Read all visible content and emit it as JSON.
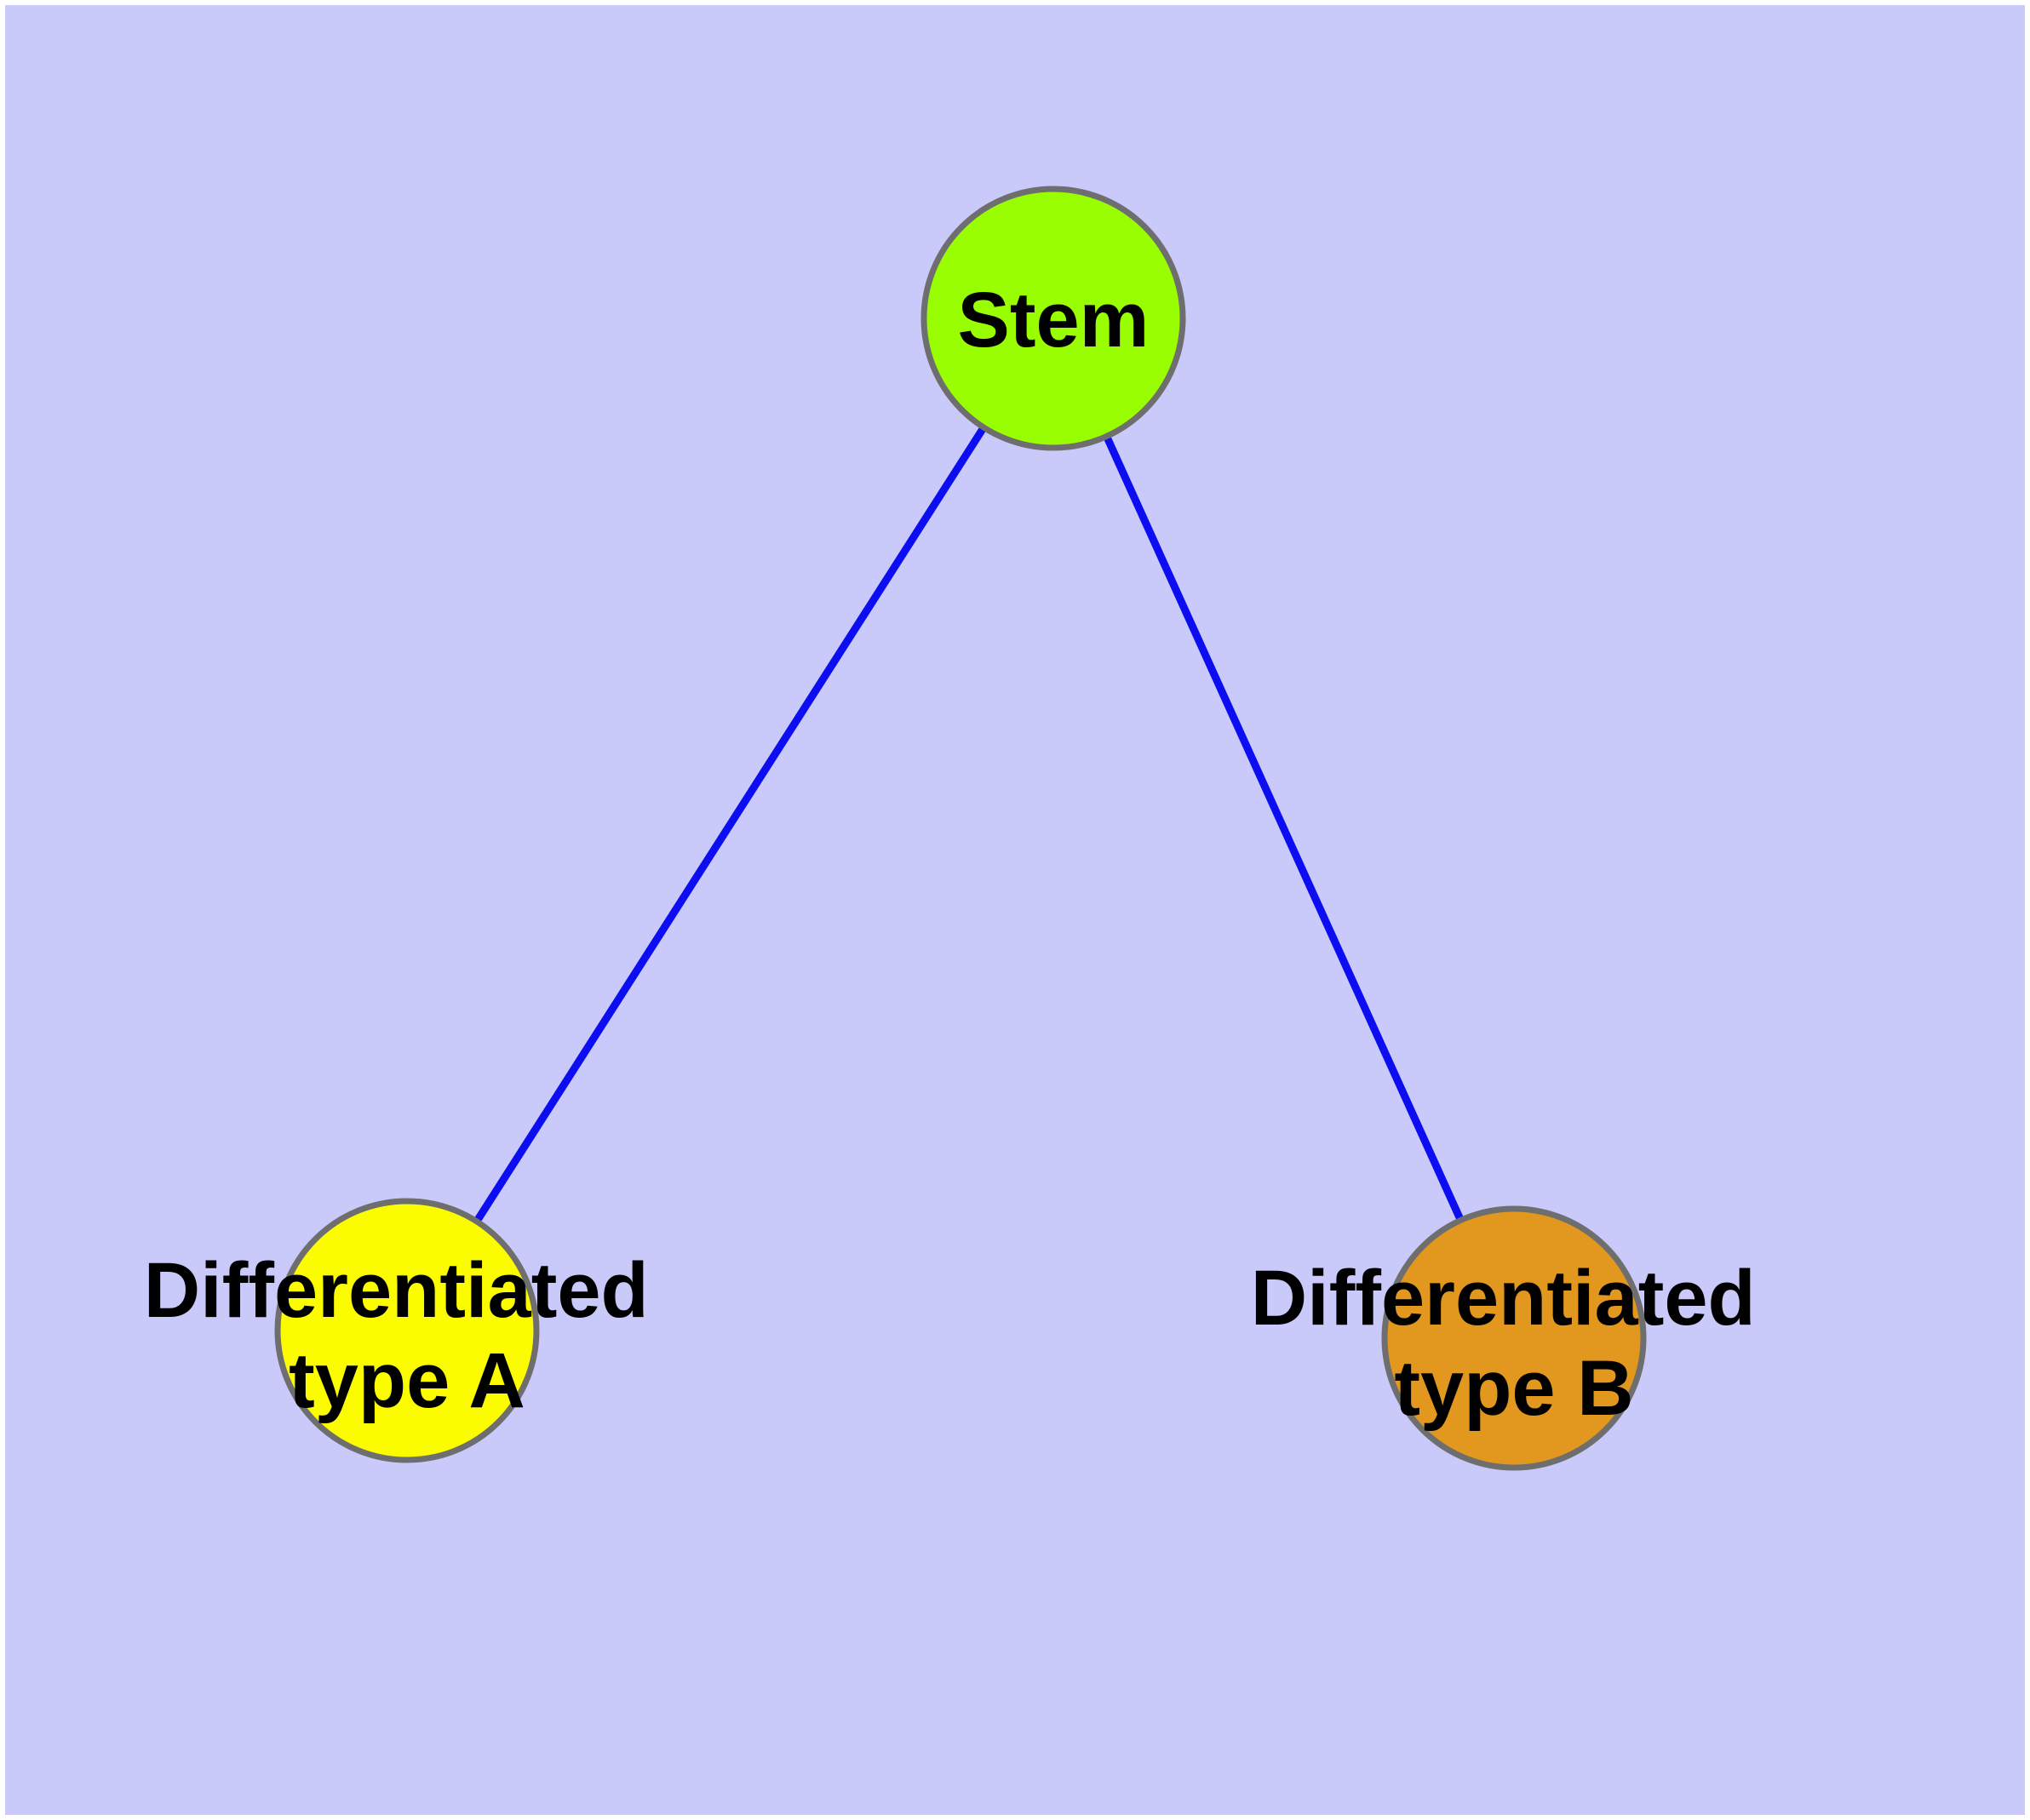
{
  "diagram": {
    "type": "node-link-graph",
    "background_color": "#C9C9FA",
    "canvas_color": "#FFFFFF",
    "edge_color": "#0D0DF2",
    "node_border_color": "#6E6E6E",
    "label_color": "#000000",
    "nodes": [
      {
        "id": "stem",
        "label": "Stem",
        "label_lines": {
          "0": "Stem"
        },
        "color": "#99FE02"
      },
      {
        "id": "differentiated-type-a",
        "label": "Differentiated type A",
        "label_lines": {
          "0": "Differentiated",
          "1": "type A"
        },
        "color": "#FCFC00"
      },
      {
        "id": "differentiated-type-b",
        "label": "Differentiated type B",
        "label_lines": {
          "0": "Differentiated",
          "1": "type B"
        },
        "color": "#E2981E"
      }
    ],
    "edges": [
      {
        "from": "stem",
        "to": "differentiated-type-a"
      },
      {
        "from": "stem",
        "to": "differentiated-type-b"
      }
    ]
  }
}
